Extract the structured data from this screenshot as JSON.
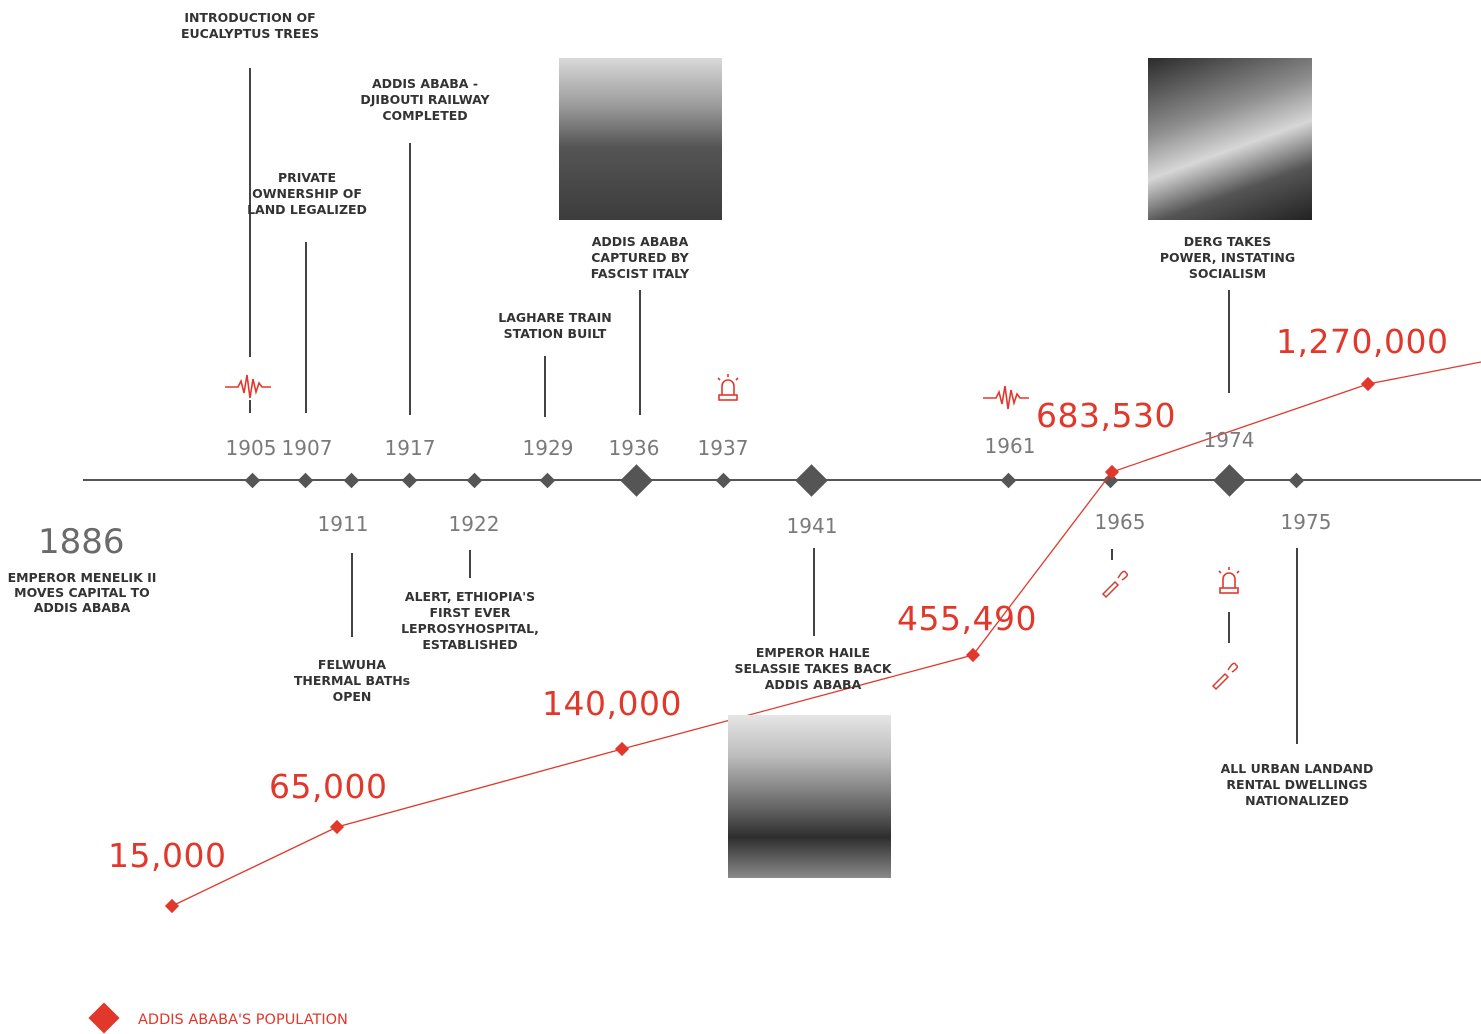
{
  "start": {
    "year": "1886",
    "event": "EMPEROR MENELIK II\nMOVES CAPITAL TO\nADDIS ABABA"
  },
  "years": [
    "1905",
    "1907",
    "1911",
    "1917",
    "1922",
    "1929",
    "1936",
    "1937",
    "1941",
    "1961",
    "1965",
    "1974",
    "1975"
  ],
  "events": {
    "eucalyptus": "INTRODUCTION OF\nEUCALYPTUS TREES",
    "private_land": "PRIVATE\nOWNERSHIP OF\nLAND LEGALIZED",
    "railway": "ADDIS ABABA -\nDJIBOUTI RAILWAY\nCOMPLETED",
    "laghare": "LAGHARE TRAIN\nSTATION BUILT",
    "captured": "ADDIS ABABA\nCAPTURED BY\nFASCIST ITALY",
    "felwuha": "FELWUHA\nTHERMAL BATHs\nOPEN",
    "alert": "ALERT, ETHIOPIA'S\nFIRST EVER\nLEPROSYHOSPITAL,\nESTABLISHED",
    "haile": "EMPEROR HAILE\nSELASSIE TAKES BACK\nADDIS ABABA",
    "derg": "DERG TAKES\nPOWER, INSTATING\nSOCIALISM",
    "urban_land": "ALL URBAN LANDAND\nRENTAL DWELLINGS\nNATIONALIZED"
  },
  "population": [
    "15,000",
    "65,000",
    "140,000",
    "455,490",
    "683,530",
    "1,270,000"
  ],
  "legend": "ADDIS ABABA'S POPULATION",
  "icons": [
    "earthquake-icon",
    "alarm-icon",
    "earthquake-icon",
    "molotov-icon",
    "alarm-icon",
    "molotov-icon"
  ],
  "colors": {
    "accent": "#e2372b",
    "line": "#555555",
    "text": "#333333",
    "year": "#7a7a7a"
  }
}
